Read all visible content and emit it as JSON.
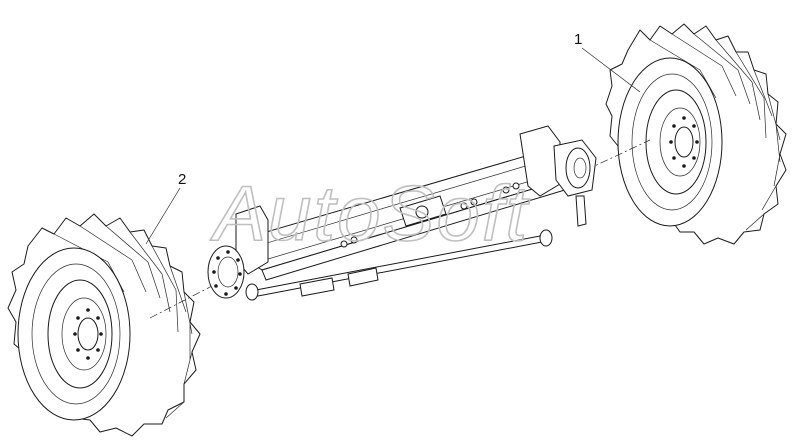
{
  "callouts": [
    {
      "id": "1",
      "label": "1"
    },
    {
      "id": "2",
      "label": "2"
    }
  ],
  "watermark": {
    "text": "AutoSoft",
    "color": "#bfbfbf"
  },
  "colors": {
    "line": "#1a1a1a",
    "background": "#ffffff"
  }
}
